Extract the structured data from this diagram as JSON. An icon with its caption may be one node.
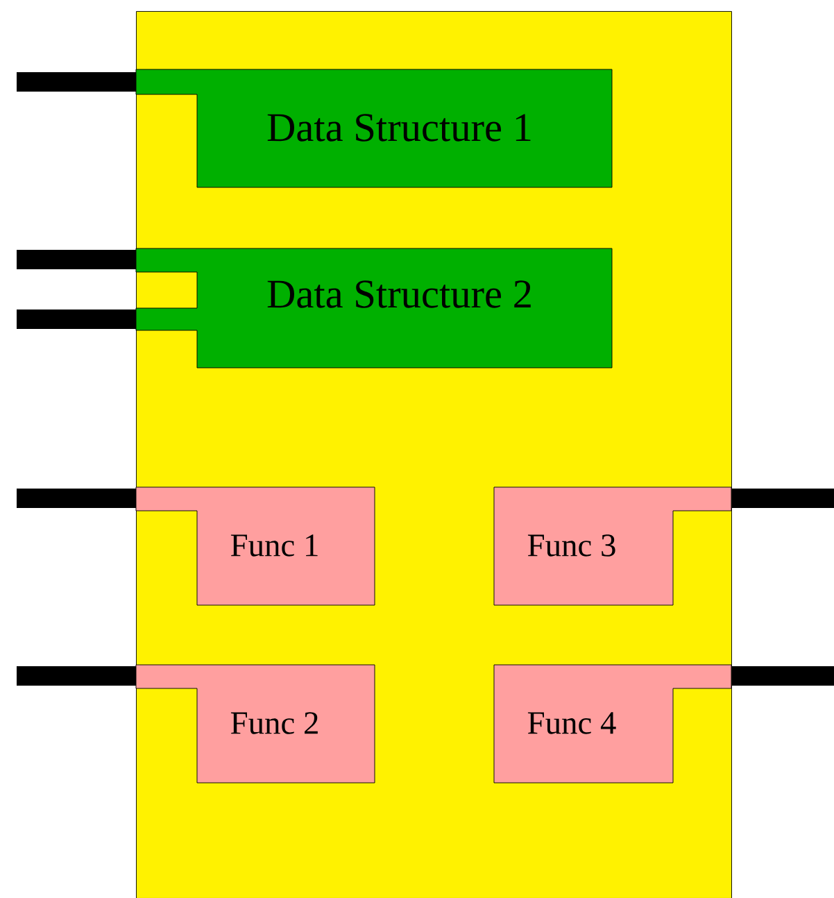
{
  "diagram": {
    "nodes": [
      {
        "text": [],
        "shape": "box"
      },
      {
        "text": [
          "Data Structure 1"
        ],
        "in": 0
      },
      {
        "text": [
          "Data Structure 2"
        ],
        "in": 0
      },
      {
        "text": [
          "Func 1"
        ],
        "in": 0
      },
      {
        "text": [
          "Func 2"
        ],
        "in": 0
      },
      {
        "text": [
          "Func 3"
        ],
        "in": 0
      },
      {
        "text": [
          "Func 4"
        ],
        "in": 0
      }
    ],
    "edges": [
      {
        "from": null,
        "to": 1,
        "arrow": "none"
      },
      {
        "from": null,
        "to": 2,
        "arrow": "none"
      },
      {
        "from": null,
        "to": 2,
        "arrow": "none"
      },
      {
        "from": null,
        "to": 3,
        "arrow": "none"
      },
      {
        "from": null,
        "to": 4,
        "arrow": "none"
      },
      {
        "from": null,
        "to": 5,
        "arrow": "none"
      },
      {
        "from": null,
        "to": 6,
        "arrow": "none"
      }
    ]
  }
}
